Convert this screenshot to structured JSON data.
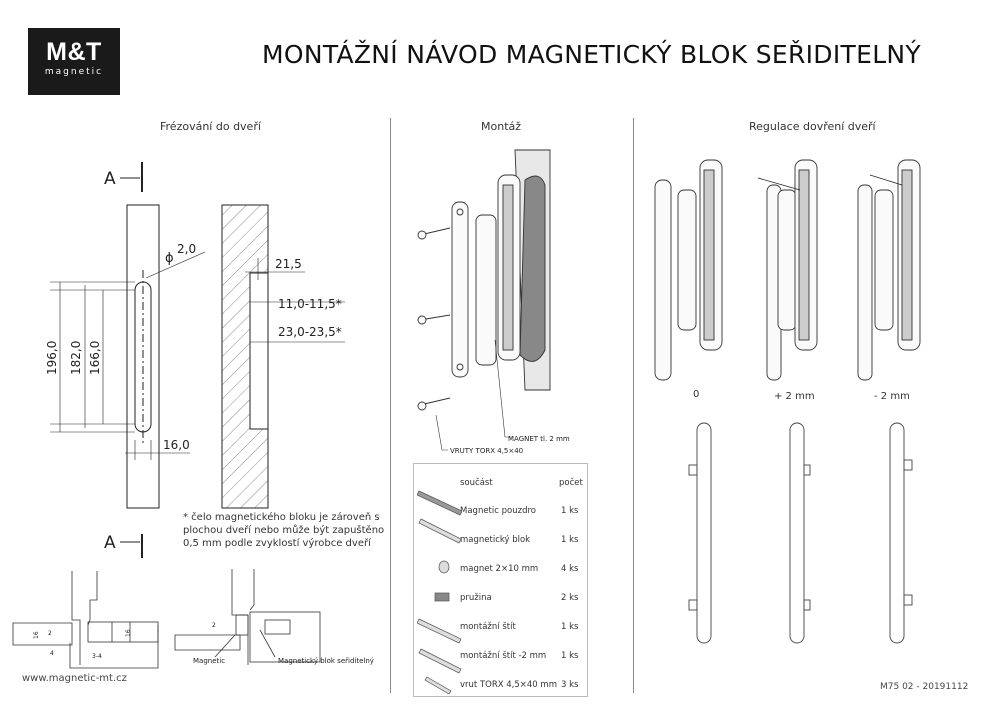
{
  "logo": {
    "main": "M&T",
    "sub": "magnetic"
  },
  "title": "MONTÁŽNÍ NÁVOD MAGNETICKÝ BLOK SEŘIDITELNÝ",
  "sections": {
    "milling": {
      "heading": "Frézování do dveří",
      "section_mark": "A",
      "dims": {
        "diameter": "2,0",
        "d196": "196,0",
        "d182": "182,0",
        "d166": "166,0",
        "d16": "16,0",
        "d21_5": "21,5",
        "d11": "11,0-11,5*",
        "d23": "23,0-23,5*"
      },
      "note": "* čelo magnetického bloku je zároveň s plochou dveří nebo může být zapuštěno 0,5 mm podle zvyklostí výrobce dveří",
      "detail_dims": {
        "a16": "16",
        "a2": "2",
        "a4": "4",
        "a34": "3-4",
        "b16": "16",
        "b2": "2"
      },
      "callouts": {
        "magnetic": "Magnetic",
        "block": "Magnetický blok seřiditelný"
      }
    },
    "assembly": {
      "heading": "Montáž",
      "callout_magnet": "MAGNET tl. 2 mm",
      "callout_screws": "VRUTY TORX 4,5×40",
      "parts_table": {
        "headers": [
          "součást",
          "počet"
        ],
        "rows": [
          {
            "name": "Magnetic pouzdro",
            "qty": "1 ks"
          },
          {
            "name": "magnetický blok",
            "qty": "1 ks"
          },
          {
            "name": "magnet 2×10 mm",
            "qty": "4 ks"
          },
          {
            "name": "pružina",
            "qty": "2 ks"
          },
          {
            "name": "montážní štít",
            "qty": "1 ks"
          },
          {
            "name": "montážní štít -2 mm",
            "qty": "1 ks"
          },
          {
            "name": "vrut TORX 4,5×40 mm",
            "qty": "3 ks"
          }
        ]
      }
    },
    "regulation": {
      "heading": "Regulace dovření dveří",
      "variants": [
        "0",
        "+ 2 mm",
        "- 2 mm"
      ]
    }
  },
  "footer": {
    "website": "www.magnetic-mt.cz",
    "code": "M75 02 - 20191112"
  }
}
